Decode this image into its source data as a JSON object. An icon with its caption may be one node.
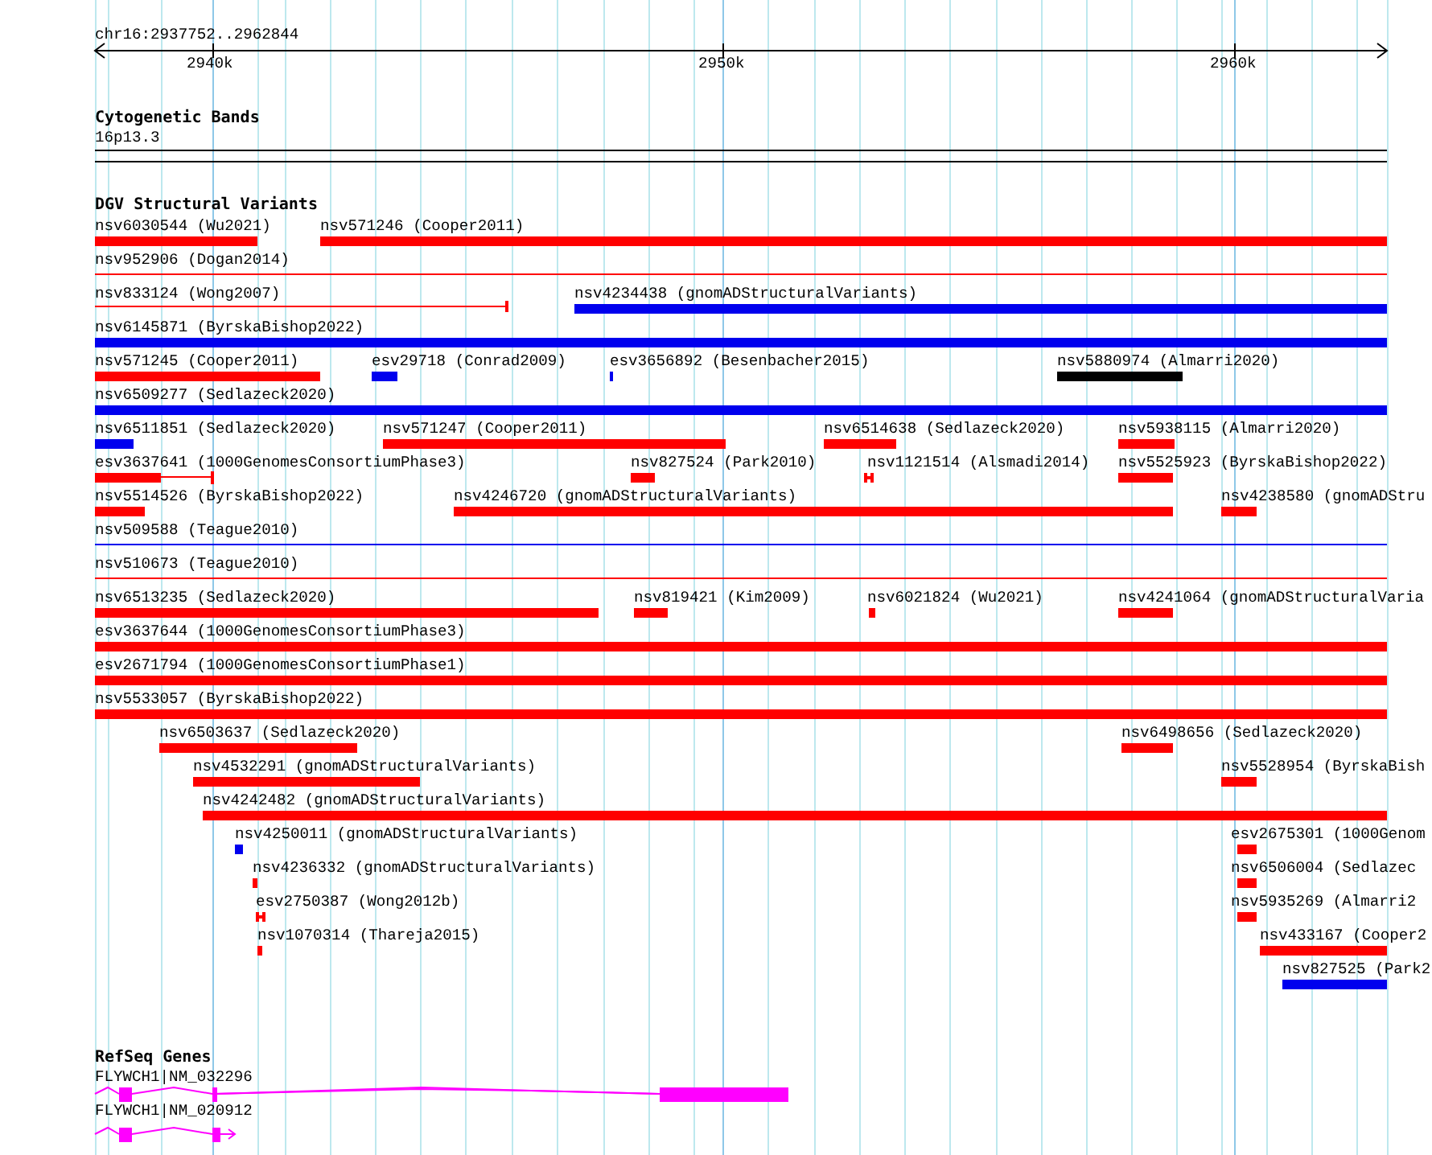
{
  "diagram": {
    "title": "chr16:2937752..2962844",
    "nodes": [
      {
        "text": [
          "nsv6030544 (Wu2021)"
        ]
      },
      {
        "text": [
          "nsv571246 (Cooper2011)"
        ]
      },
      {
        "text": [
          "nsv952906 (Dogan2014)"
        ]
      },
      {
        "text": [
          "nsv833124 (Wong2007)"
        ]
      },
      {
        "text": [
          "nsv4234438 (gnomADStructuralVariants)"
        ]
      },
      {
        "text": [
          "nsv6145871 (ByrskaBishop2022)"
        ]
      },
      {
        "text": [
          "nsv571245 (Cooper2011)"
        ]
      },
      {
        "text": [
          "esv29718 (Conrad2009)"
        ]
      },
      {
        "text": [
          "esv3656892 (Besenbacher2015)"
        ]
      },
      {
        "text": [
          "nsv5880974 (Almarri2020)"
        ]
      },
      {
        "text": [
          "nsv6509277 (Sedlazeck2020)"
        ]
      },
      {
        "text": [
          "nsv6511851 (Sedlazeck2020)"
        ]
      },
      {
        "text": [
          "nsv571247 (Cooper2011)"
        ]
      },
      {
        "text": [
          "nsv6514638 (Sedlazeck2020)"
        ]
      },
      {
        "text": [
          "nsv5938115 (Almarri2020)"
        ]
      },
      {
        "text": [
          "esv3637641 (1000GenomesConsortiumPhase3)"
        ]
      },
      {
        "text": [
          "nsv827524 (Park2010)"
        ]
      },
      {
        "text": [
          "nsv1121514 (Alsmadi2014)"
        ]
      },
      {
        "text": [
          "nsv5525923 (ByrskaBishop2022)"
        ]
      },
      {
        "text": [
          "nsv5514526 (ByrskaBishop2022)"
        ]
      },
      {
        "text": [
          "nsv4246720 (gnomADStructuralVariants)"
        ]
      },
      {
        "text": [
          "nsv4238580 (gnomADStru"
        ]
      },
      {
        "text": [
          "nsv509588 (Teague2010)"
        ]
      },
      {
        "text": [
          "nsv510673 (Teague2010)"
        ]
      },
      {
        "text": [
          "nsv6513235 (Sedlazeck2020)"
        ]
      },
      {
        "text": [
          "nsv819421 (Kim2009)"
        ]
      },
      {
        "text": [
          "nsv6021824 (Wu2021)"
        ]
      },
      {
        "text": [
          "nsv4241064 (gnomADStructuralVaria"
        ]
      },
      {
        "text": [
          "esv3637644 (1000GenomesConsortiumPhase3)"
        ]
      },
      {
        "text": [
          "esv2671794 (1000GenomesConsortiumPhase1)"
        ]
      },
      {
        "text": [
          "nsv5533057 (ByrskaBishop2022)"
        ]
      },
      {
        "text": [
          "nsv6503637 (Sedlazeck2020)"
        ]
      },
      {
        "text": [
          "nsv6498656 (Sedlazeck2020)"
        ]
      },
      {
        "text": [
          "nsv4532291 (gnomADStructuralVariants)"
        ]
      },
      {
        "text": [
          "nsv5528954 (ByrskaBish"
        ]
      },
      {
        "text": [
          "nsv4242482 (gnomADStructuralVariants)"
        ]
      },
      {
        "text": [
          "nsv4250011 (gnomADStructuralVariants)"
        ]
      },
      {
        "text": [
          "esv2675301 (1000Genom"
        ]
      },
      {
        "text": [
          "nsv4236332 (gnomADStructuralVariants)"
        ]
      },
      {
        "text": [
          "nsv6506004 (Sedlazec"
        ]
      },
      {
        "text": [
          "esv2750387 (Wong2012b)"
        ]
      },
      {
        "text": [
          "nsv5935269 (Almarri2"
        ]
      },
      {
        "text": [
          "nsv1070314 (Thareja2015)"
        ]
      },
      {
        "text": [
          "nsv433167 (Cooper2"
        ]
      },
      {
        "text": [
          "nsv827525 (Park2"
        ]
      },
      {
        "text": [
          "FLYWCH1|NM_032296"
        ]
      },
      {
        "text": [
          "FLYWCH1|NM_020912"
        ]
      }
    ],
    "labels": [
      "2940k",
      "2950k",
      "2960k",
      "Cytogenetic Bands",
      "16p13.3",
      "DGV Structural Variants",
      "RefSeq Genes"
    ]
  }
}
